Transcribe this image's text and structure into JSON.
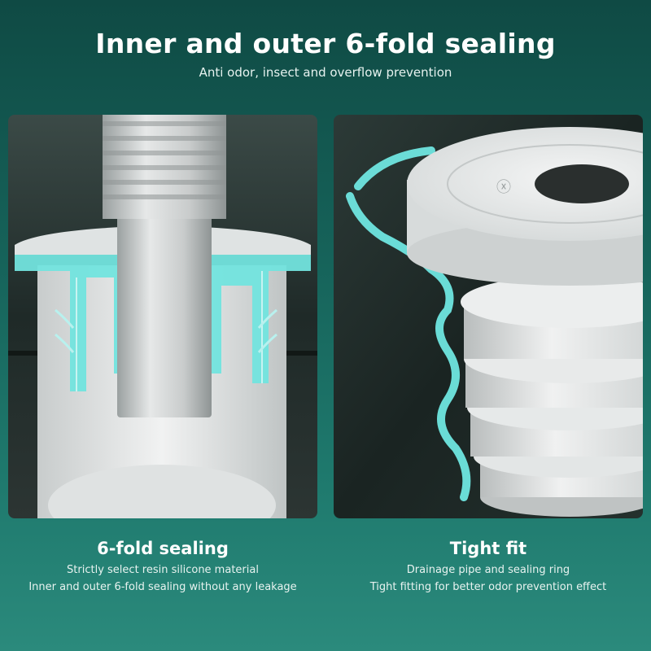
{
  "header": {
    "title": "Inner and outer 6-fold sealing",
    "subtitle": "Anti odor, insect and overflow prevention"
  },
  "panels": {
    "left": {
      "image": "cross-section-drain-sealing-image",
      "caption_title": "6-fold sealing",
      "caption_lines": [
        "Strictly select resin silicone material",
        "Inner and outer 6-fold sealing without any leakage"
      ]
    },
    "right": {
      "image": "sealing-ring-product-image",
      "caption_title": "Tight fit",
      "caption_lines": [
        "Drainage pipe and sealing ring",
        "Tight fitting for better odor prevention effect"
      ]
    }
  },
  "colors": {
    "background_top": "#0f4a44",
    "background_bottom": "#2b8a7c",
    "accent_highlight": "#6fe6e0",
    "product_white": "#e8eaea"
  }
}
